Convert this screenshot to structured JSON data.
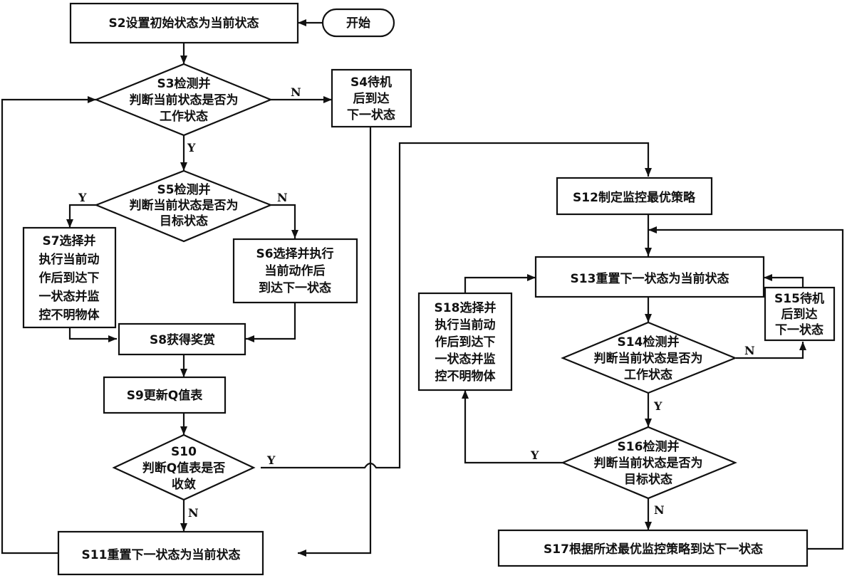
{
  "nodes": {
    "start": {
      "lines": [
        "开始"
      ]
    },
    "s2": {
      "lines": [
        "S2设置初始状态为当前状态"
      ]
    },
    "s3": {
      "lines": [
        "S3检测并",
        "判断当前状态是否为",
        "工作状态"
      ]
    },
    "s4": {
      "lines": [
        "S4待机",
        "后到达",
        "下一状态"
      ]
    },
    "s5": {
      "lines": [
        "S5检测并",
        "判断当前状态是否为",
        "目标状态"
      ]
    },
    "s6": {
      "lines": [
        "S6选择并执行",
        "当前动作后",
        "到达下一状态"
      ]
    },
    "s7": {
      "lines": [
        "S7选择并",
        "执行当前动",
        "作后到达下",
        "一状态并监",
        "控不明物体"
      ]
    },
    "s8": {
      "lines": [
        "S8获得奖赏"
      ]
    },
    "s9": {
      "lines": [
        "S9更新Q值表"
      ]
    },
    "s10": {
      "lines": [
        "S10",
        "判断Q值表是否",
        "收敛"
      ]
    },
    "s11": {
      "lines": [
        "S11重置下一状态为当前状态"
      ]
    },
    "s12": {
      "lines": [
        "S12制定监控最优策略"
      ]
    },
    "s13": {
      "lines": [
        "S13重置下一状态为当前状态"
      ]
    },
    "s14": {
      "lines": [
        "S14检测并",
        "判断当前状态是否为",
        "工作状态"
      ]
    },
    "s15": {
      "lines": [
        "S15待机",
        "后到达",
        "下一状态"
      ]
    },
    "s16": {
      "lines": [
        "S16检测并",
        "判断当前状态是否为",
        "目标状态"
      ]
    },
    "s17": {
      "lines": [
        "S17根据所述最优监控策略到达下一状态"
      ]
    },
    "s18": {
      "lines": [
        "S18选择并",
        "执行当前动",
        "作后到达下",
        "一状态并监",
        "控不明物体"
      ]
    }
  },
  "edge_labels": {
    "s3_no": "N",
    "s3_yes": "Y",
    "s5_yes": "Y",
    "s5_no": "N",
    "s10_yes": "Y",
    "s10_no": "N",
    "s14_no": "N",
    "s14_yes": "Y",
    "s16_yes": "Y",
    "s16_no": "N"
  }
}
